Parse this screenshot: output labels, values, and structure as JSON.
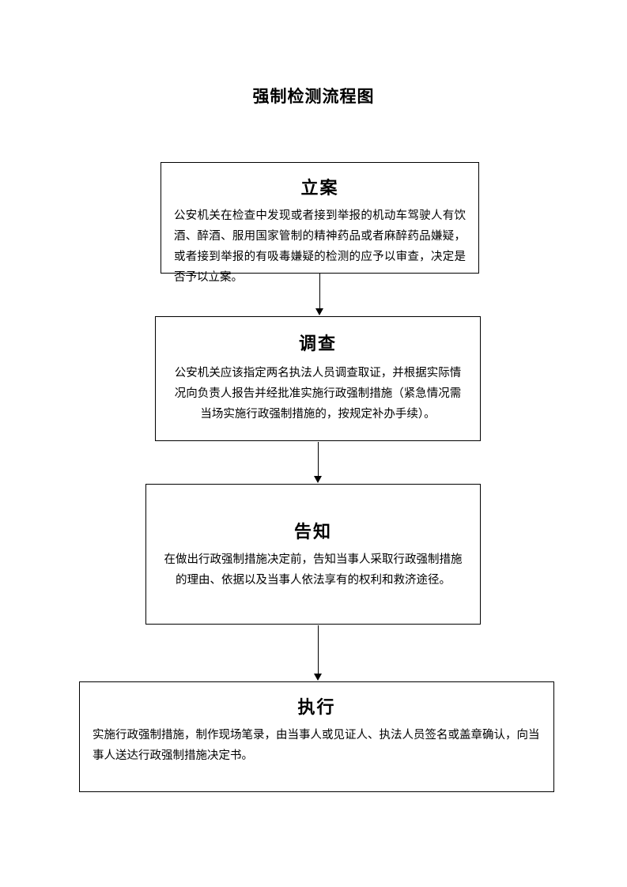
{
  "page": {
    "title": "强制检测流程图"
  },
  "flow": {
    "steps": [
      {
        "title": "立案",
        "body": "公安机关在检查中发现或者接到举报的机动车驾驶人有饮酒、醉酒、服用国家管制的精神药品或者麻醉药品嫌疑，或者接到举报的有吸毒嫌疑的检测的应予以审查，决定是否予以立案。"
      },
      {
        "title": "调查",
        "body": "公安机关应该指定两名执法人员调查取证，并根据实际情况向负责人报告并经批准实施行政强制措施（紧急情况需当场实施行政强制措施的，按规定补办手续）。"
      },
      {
        "title": "告知",
        "body": "在做出行政强制措施决定前，告知当事人采取行政强制措施的理由、依据以及当事人依法享有的权利和救济途径。"
      },
      {
        "title": "执行",
        "body": "实施行政强制措施，制作现场笔录，由当事人或见证人、执法人员签名或盖章确认，向当事人送达行政强制措施决定书。"
      }
    ]
  }
}
